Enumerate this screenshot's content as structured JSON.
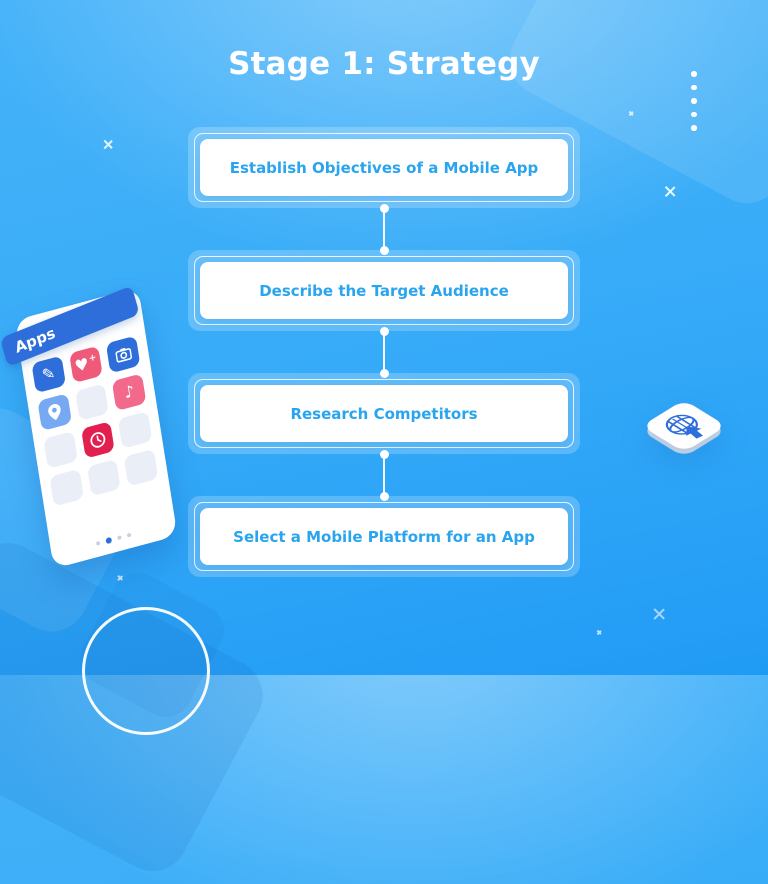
{
  "title": "Stage 1: Strategy",
  "steps": [
    {
      "label": "Establish Objectives of a Mobile App"
    },
    {
      "label": "Describe the Target Audience"
    },
    {
      "label": "Research Competitors"
    },
    {
      "label": "Select a Mobile Platform for an App"
    }
  ],
  "phone": {
    "header_label": "Apps",
    "glyphs": {
      "pencil": "✎",
      "heart": "♥",
      "heart_plus": "+",
      "note": "♪"
    },
    "app_icons": [
      "pencil-icon",
      "heart-plus-icon",
      "camera-icon",
      "location-pin-icon",
      "music-note-icon",
      "clock-icon"
    ],
    "page_dots": {
      "count": 4,
      "active_index": 1
    }
  },
  "decor": {
    "globe_icon": "globe-with-arrow-icon",
    "dots_column_count": 5,
    "cross_marks": 6
  },
  "colors": {
    "background_top": "#64C3FB",
    "background_bottom": "#209BF5",
    "step_text": "#29A4EE",
    "step_outer_fill": "rgba(255,255,255,0.22)",
    "title_color": "#FFFFFF",
    "banner_blue": "#2E6EDB",
    "icon_red": "#EF5A7A",
    "icon_crimson": "#E22050",
    "icon_light_blue": "#77A9F2",
    "icon_pink": "#F2698C"
  }
}
